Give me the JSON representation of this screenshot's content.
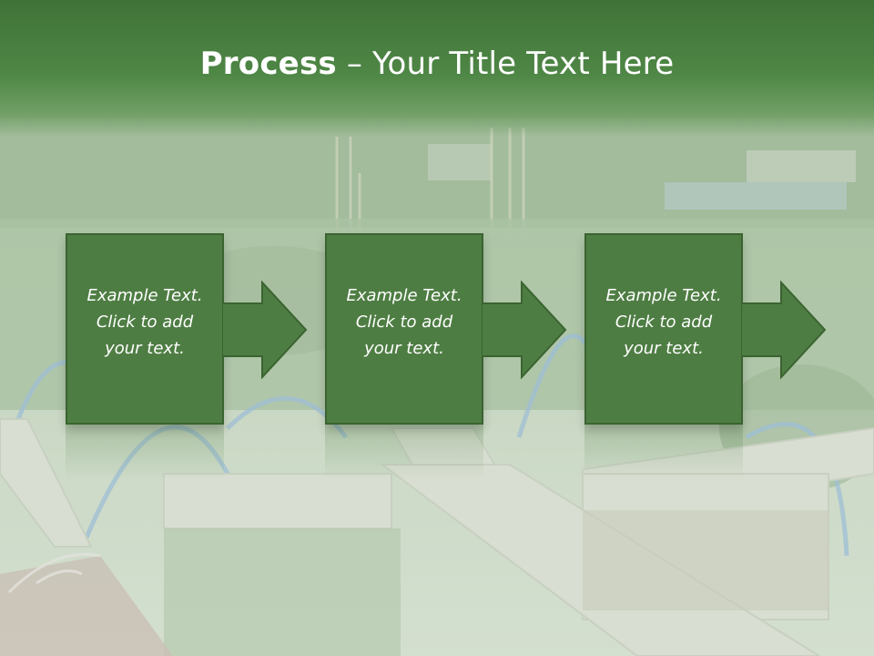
{
  "slide": {
    "title_bold": "Process",
    "title_rest": " – Your Title Text Here",
    "steps": [
      {
        "text": "Example Text.\nClick  to add\nyour text."
      },
      {
        "text": "Example Text.\nClick  to add\nyour text."
      },
      {
        "text": "Example Text.\nClick  to add\nyour text."
      }
    ],
    "colors": {
      "title_bar": "#4f8746",
      "box_fill": "#4e7d43",
      "box_border": "#3a6330",
      "text": "#ffffff"
    },
    "background_image": "garden-allotment-photo"
  }
}
